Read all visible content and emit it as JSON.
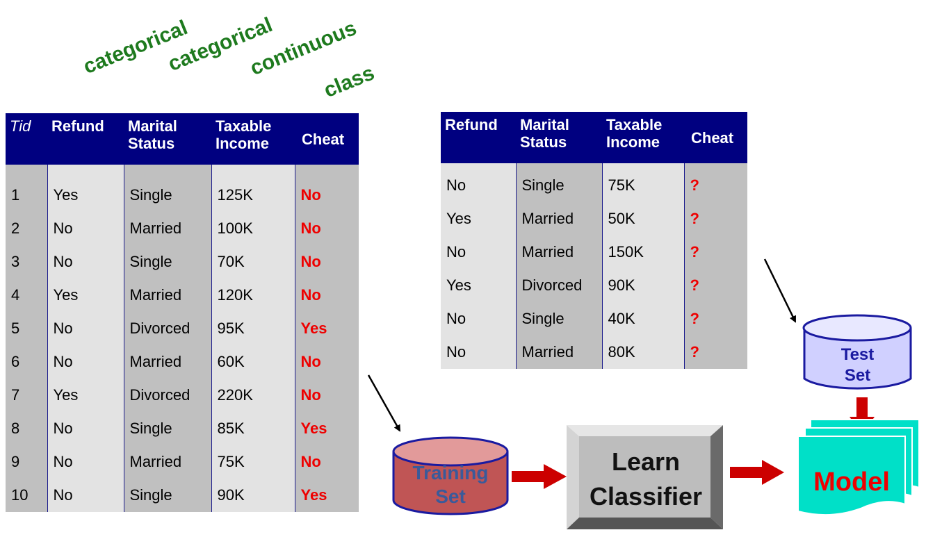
{
  "annotations": {
    "a1": "categorical",
    "a2": "categorical",
    "a3": "continuous",
    "a4": "class"
  },
  "training_table": {
    "headers": [
      "Tid",
      "Refund",
      "Marital Status",
      "Taxable Income",
      "Cheat"
    ],
    "header_lines": {
      "tid": "Tid",
      "refund": "Refund",
      "marital_1": "Marital",
      "marital_2": "Status",
      "income_1": "Taxable",
      "income_2": "Income",
      "cheat": "Cheat"
    },
    "rows": [
      [
        "1",
        "Yes",
        "Single",
        "125K",
        "No"
      ],
      [
        "2",
        "No",
        "Married",
        "100K",
        "No"
      ],
      [
        "3",
        "No",
        "Single",
        "70K",
        "No"
      ],
      [
        "4",
        "Yes",
        "Married",
        "120K",
        "No"
      ],
      [
        "5",
        "No",
        "Divorced",
        "95K",
        "Yes"
      ],
      [
        "6",
        "No",
        "Married",
        "60K",
        "No"
      ],
      [
        "7",
        "Yes",
        "Divorced",
        "220K",
        "No"
      ],
      [
        "8",
        "No",
        "Single",
        "85K",
        "Yes"
      ],
      [
        "9",
        "No",
        "Married",
        "75K",
        "No"
      ],
      [
        "10",
        "No",
        "Single",
        "90K",
        "Yes"
      ]
    ]
  },
  "test_table": {
    "header_lines": {
      "refund": "Refund",
      "marital_1": "Marital",
      "marital_2": "Status",
      "income_1": "Taxable",
      "income_2": "Income",
      "cheat": "Cheat"
    },
    "rows": [
      [
        "No",
        "Single",
        "75K",
        "?"
      ],
      [
        "Yes",
        "Married",
        "50K",
        "?"
      ],
      [
        "No",
        "Married",
        "150K",
        "?"
      ],
      [
        "Yes",
        "Divorced",
        "90K",
        "?"
      ],
      [
        "No",
        "Single",
        "40K",
        "?"
      ],
      [
        "No",
        "Married",
        "80K",
        "?"
      ]
    ]
  },
  "diagram": {
    "training_set_1": "Training",
    "training_set_2": "Set",
    "learn_1": "Learn",
    "learn_2": "Classifier",
    "test_set_1": "Test",
    "test_set_2": "Set",
    "model": "Model"
  },
  "colors": {
    "header_bg": "#000080",
    "class_red": "#ee0000",
    "annotation_green": "#1e7a1e",
    "arrow_red": "#cc0000",
    "model_cyan": "#00e0c8",
    "training_fill": "#c05050",
    "test_fill": "#d0d0ff"
  }
}
